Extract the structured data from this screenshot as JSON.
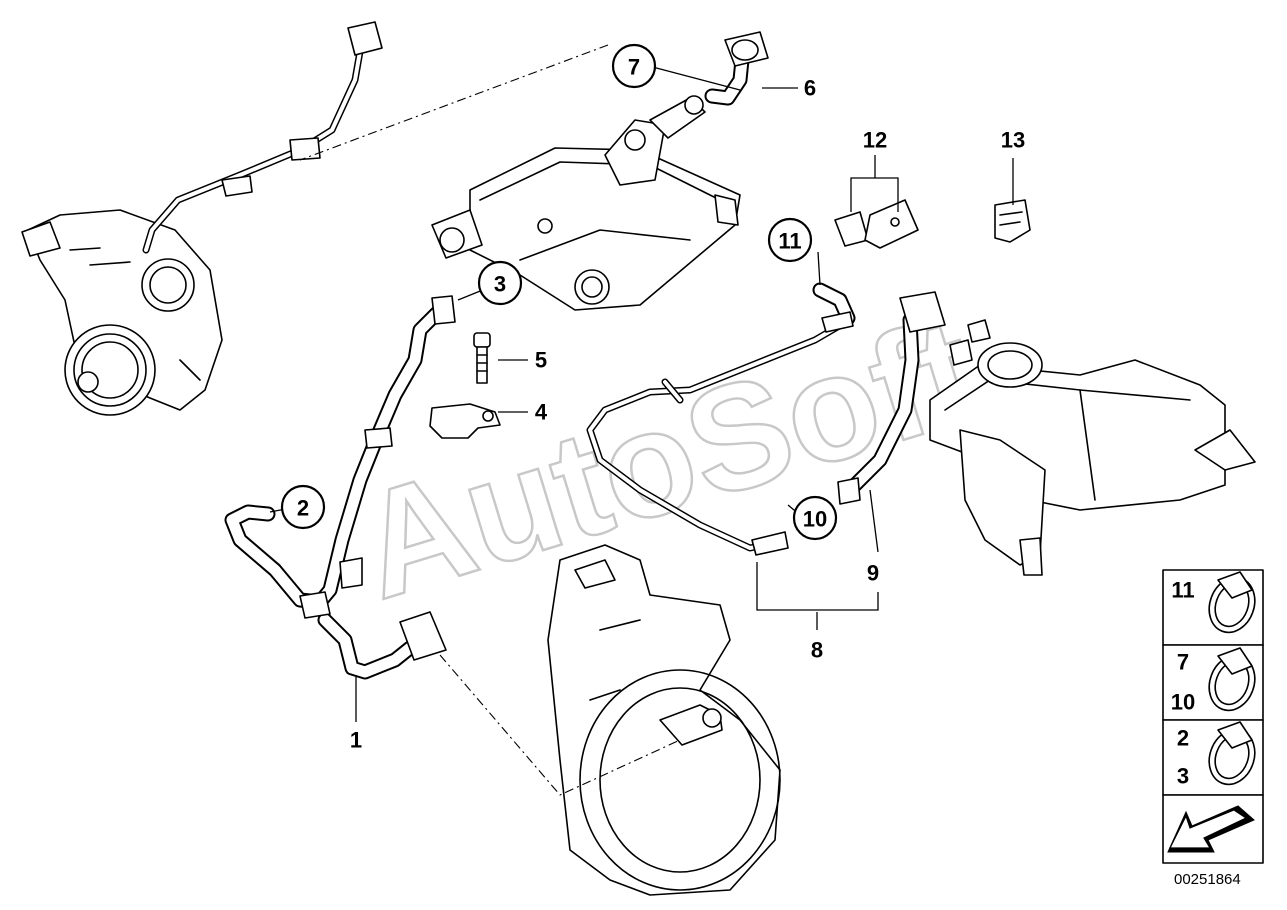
{
  "watermark": "AutoSoft",
  "callouts": {
    "c1": "1",
    "c2": "2",
    "c3": "3",
    "c4": "4",
    "c5": "5",
    "c6": "6",
    "c7": "7",
    "c8": "8",
    "c9": "9",
    "c10": "10",
    "c11": "11",
    "c12": "12",
    "c13": "13"
  },
  "legend": {
    "row1": [
      "11"
    ],
    "row2": [
      "7",
      "10"
    ],
    "row3": [
      "2",
      "3"
    ]
  },
  "document_number": "00251864",
  "icons": [
    "hose-clamp-icon",
    "arrow-down-left-icon"
  ]
}
